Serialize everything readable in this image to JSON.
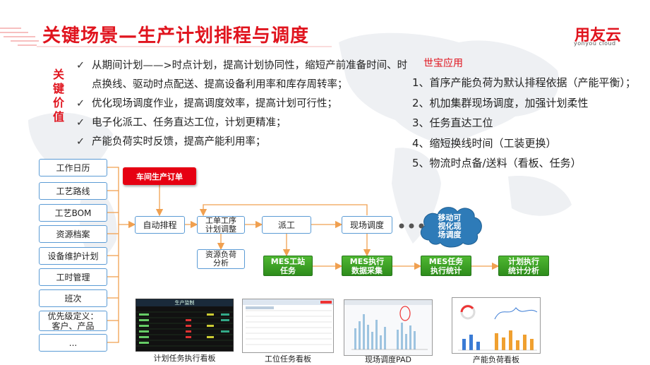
{
  "title": "关键场景—生产计划排程与调度",
  "logo": {
    "cn": "用友云",
    "en": "yonyou cloud"
  },
  "key_value_label": [
    "关",
    "键",
    "价",
    "值"
  ],
  "bullets": [
    "从期间计划——>时点计划，提高计划协同性，缩短产前准备时间、时点换线、驱动时点配送、提高设备利用率和库存周转率；",
    "优化现场调度作业，提高调度效率，提高计划可行性；",
    "电子化派工、任务直达工位，计划更精准；",
    "产能负荷实时反馈，提高产能利用率；"
  ],
  "application": {
    "title": "世宝应用",
    "items": [
      "1、首序产能负荷为默认排程依据（产能平衡）；",
      "2、机加集群现场调度，加强计划柔性",
      "3、任务直达工位",
      "4、缩短换线时间（工装更换）",
      "5、物流时点备/送料（看板、任务）"
    ]
  },
  "flow": {
    "inputs": [
      "工作日历",
      "工艺路线",
      "工艺BOM",
      "资源档案",
      "设备维护计划",
      "工时管理",
      "班次",
      "优先级定义：\n客户、产品",
      "..."
    ],
    "order": "车间生产订单",
    "auto_schedule": "自动排程",
    "work_order": "工单工序\n计划调整",
    "dispatch": "派工",
    "onsite": "现场调度",
    "load_analysis": "资源负荷\n分析",
    "cloud": "移动可\n视化现\n场调度",
    "mes": [
      "MES工站\n任务",
      "MES执行\n数据采集",
      "MES任务\n执行统计",
      "计划执行\n统计分析"
    ]
  },
  "screenshots": [
    {
      "caption": "计划任务执行看板",
      "panel_title": "生产监制"
    },
    {
      "caption": "工位任务看板"
    },
    {
      "caption": "现场调度PAD"
    },
    {
      "caption": "产能负荷看板"
    }
  ],
  "colors": {
    "accent_red": "#e0141e",
    "box_border": "#5b9bd5",
    "mes_green": "#3aa324",
    "arrow_orange": "#f0a050",
    "cloud_blue": "#2e7bb8"
  }
}
